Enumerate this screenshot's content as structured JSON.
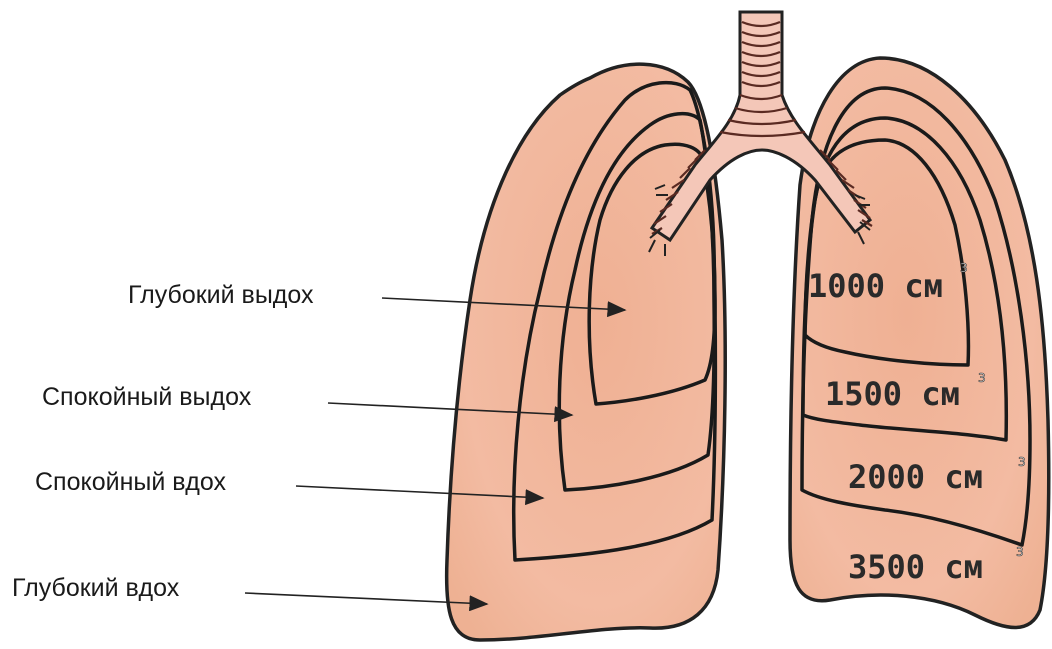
{
  "labels": {
    "deep_exhale": "Глубокий выдох",
    "calm_exhale": "Спокойный выдох",
    "calm_inhale": "Спокойный вдох",
    "deep_inhale": "Глубокий вдох"
  },
  "volumes": [
    {
      "value": "1000 см",
      "sup": "3"
    },
    {
      "value": "1500 см",
      "sup": "3"
    },
    {
      "value": "2000 см",
      "sup": "3"
    },
    {
      "value": "3500 см",
      "sup": "3"
    }
  ],
  "colors": {
    "lung_outer": "#f2b39a",
    "lung_mid": "#f0b89e",
    "lung_inner": "#eaa98d",
    "trachea_ring": "#f4c7b8",
    "outline": "#222222"
  }
}
